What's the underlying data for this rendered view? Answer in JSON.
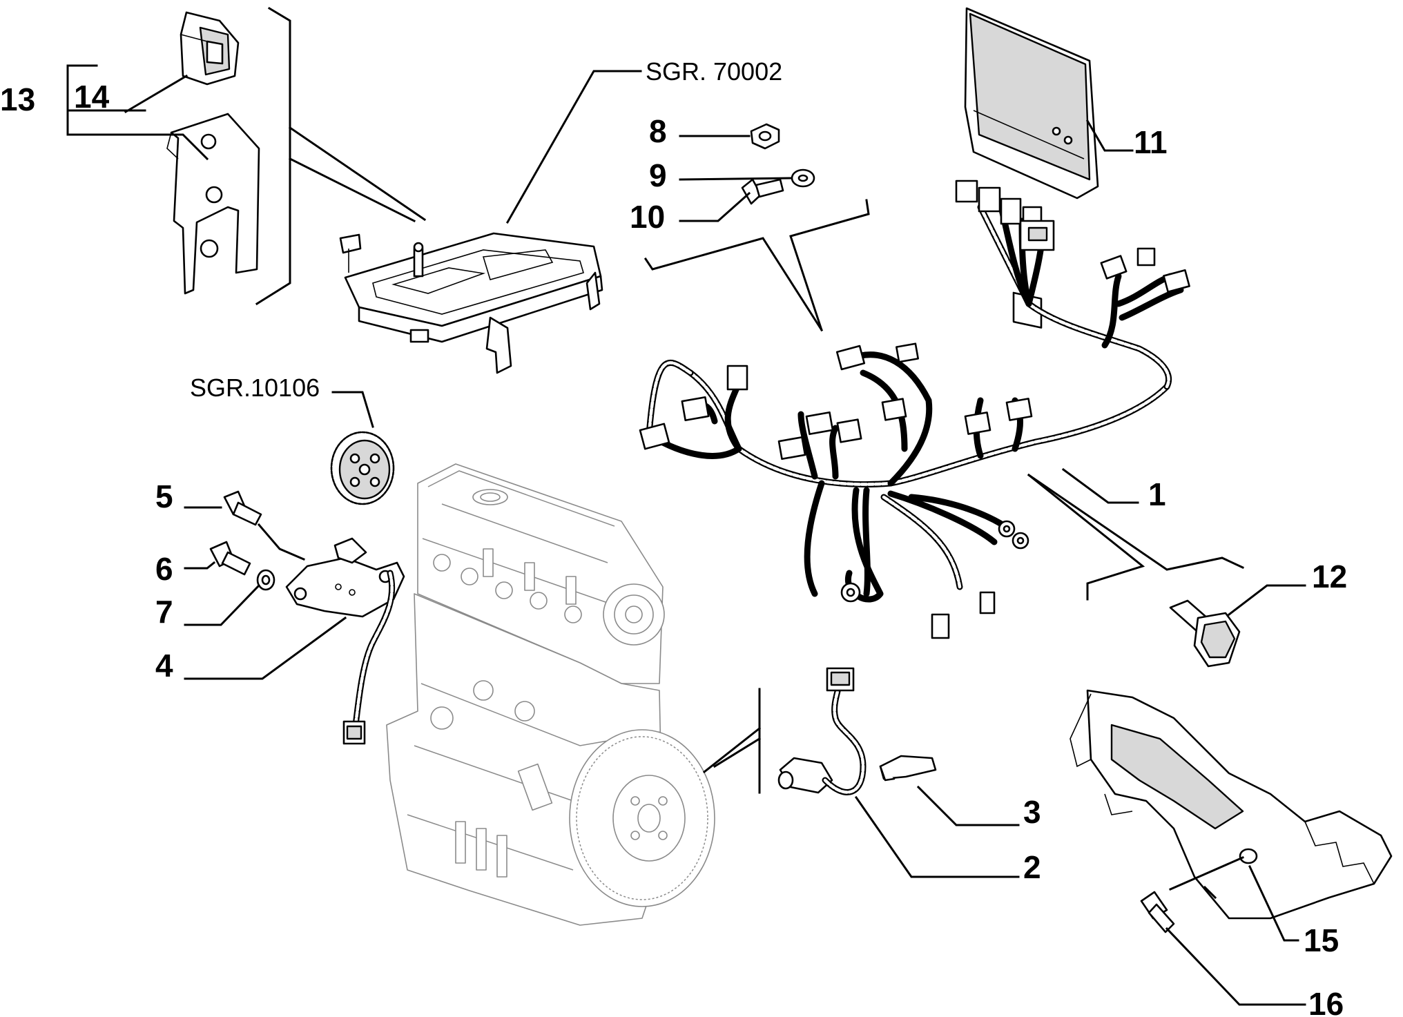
{
  "diagram": {
    "callouts": [
      "1",
      "2",
      "3",
      "4",
      "5",
      "6",
      "7",
      "8",
      "9",
      "10",
      "11",
      "12",
      "13",
      "14",
      "15",
      "16"
    ],
    "references": {
      "engine_bracket": "SGR. 70002",
      "pulley": "SGR.10106"
    }
  }
}
